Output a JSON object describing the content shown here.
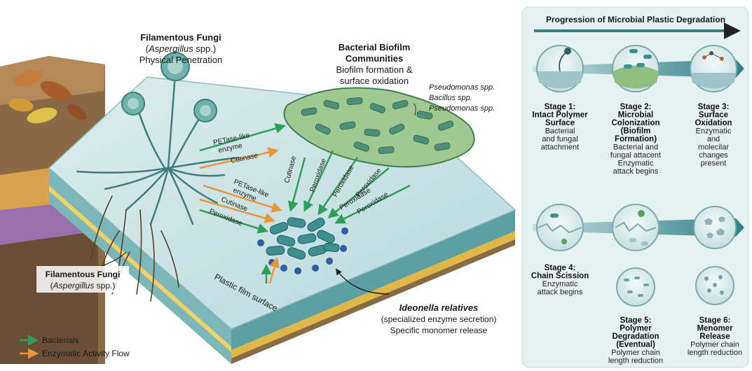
{
  "main_diagram": {
    "fungi_top": {
      "title": "Filamentous Fungi",
      "genus": "Aspergillus",
      "genus_suffix": " spp.)",
      "genus_prefix": "(",
      "subtitle": "Physical Penetration"
    },
    "biofilm": {
      "title_line1": "Bacterial Biofilm",
      "title_line2": "Communities",
      "desc_line1": "Biofilm formation &",
      "desc_line2": "surface oxidation"
    },
    "species": [
      "Pseudomonas spp.",
      "Bacillus spp.",
      "Pseudomonas spp."
    ],
    "fungi_bottom": {
      "title": "Filamentous Fungi",
      "genus_prefix": "(",
      "genus": "Aspergillus",
      "genus_suffix": " spp.)"
    },
    "ideonella": {
      "title": "Ideonella relatives",
      "line2": "(specialized enzyme secretion)",
      "line3": "Specific monomer release"
    },
    "plastic_label": "Plastic film surface",
    "enzyme_labels": {
      "petase_top_1": "PETase-like",
      "petase_top_2": "enzyme",
      "cutinase_top": "Cutinase",
      "petase_mid_1": "PETase-like",
      "petase_mid_2": "enzyme",
      "cutinase_mid": "Cutinase",
      "peroxidase_left": "Peroxidase",
      "cutinase_vert": "Cutinase",
      "peroxidase_v1": "Peroxidase",
      "peroxidase_v2": "Peroxidase",
      "peroxidase_v3": "Peroxidase",
      "peroxidase_r1": "Peroxidase",
      "peroxidase_r2": "Peroxidase"
    },
    "legend": [
      {
        "label": "Bacterials",
        "color": "#2e9e5b"
      },
      {
        "label": "Enzymatic Activity Flow",
        "color": "#e8963a"
      }
    ]
  },
  "progression_panel": {
    "title": "Progression of Microbial Plastic Degradation",
    "stages": [
      {
        "title": [
          "Stage 1:",
          "Intact Polymer",
          "Surface"
        ],
        "desc": [
          "Bacterial",
          "and fungal",
          "attachment"
        ]
      },
      {
        "title": [
          "Stage 2:",
          "Microbial",
          "Colonization",
          "(Biofilm",
          "Formation)"
        ],
        "desc": [
          "Bacterial and",
          "fungal attacent",
          "Enzymatic",
          "attack begins"
        ]
      },
      {
        "title": [
          "Stage 3:",
          "Surface",
          "Oxidation"
        ],
        "desc": [
          "Enzymatic",
          "and",
          "molecilar",
          "changes",
          "present"
        ]
      },
      {
        "title": [
          "Stage 4:",
          "Chain Scission"
        ],
        "desc": [
          "Enzymatic",
          "attack begins"
        ]
      },
      {
        "title": [
          "Stage 5:",
          "Polymer",
          "Degradation",
          "(Eventual)"
        ],
        "desc": [
          "Polymer chain",
          "length reduction"
        ]
      },
      {
        "title": [
          "Stage 6:",
          "Menomer",
          "Release"
        ],
        "desc": [
          "Polymer chain",
          "length reduction"
        ]
      }
    ]
  },
  "colors": {
    "green_arrow": "#2e9e5b",
    "orange_arrow": "#e8963a",
    "teal_dark": "#2f7f86",
    "panel_bg": "#e6f1f1"
  }
}
